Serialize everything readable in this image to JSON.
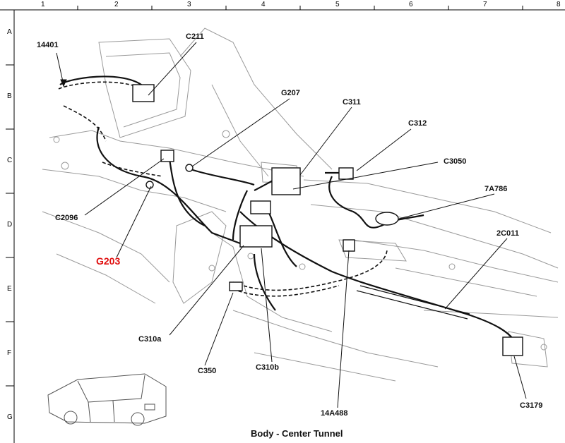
{
  "grid": {
    "columns": [
      "1",
      "2",
      "3",
      "4",
      "5",
      "6",
      "7",
      "8"
    ],
    "rows": [
      "A",
      "B",
      "C",
      "D",
      "E",
      "F",
      "G"
    ]
  },
  "callouts": {
    "c14401": "14401",
    "c211": "C211",
    "g207": "G207",
    "c311": "C311",
    "c312": "C312",
    "c3050": "C3050",
    "a786": "7A786",
    "c2096": "C2096",
    "g203": "G203",
    "c011": "2C011",
    "c310a": "C310a",
    "c350": "C350",
    "c310b": "C310b",
    "a488": "14A488",
    "c3179": "C3179"
  },
  "title": "Body - Center Tunnel",
  "colors": {
    "highlight": "#e01010",
    "line": "#111111",
    "body": "#9a9a9a"
  }
}
